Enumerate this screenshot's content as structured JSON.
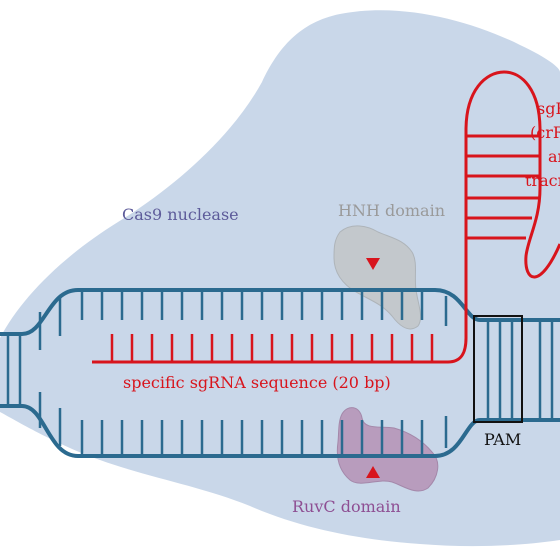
{
  "labels": {
    "cas9": "Cas9 nuclease",
    "hnh": "HNH domain",
    "ruvc": "RuvC domain",
    "sgrna_sequence": "specific sgRNA sequence (20 bp)",
    "pam": "PAM",
    "sgrna_side": [
      "sgR",
      "(crR",
      "an",
      "tracrR"
    ]
  },
  "colors": {
    "dna": "#2b6a8f",
    "rna": "#d8141c",
    "cas9_fill": "#c9d7e9",
    "hnh_text": "#9a9a9a",
    "hnh_fill": "#c3c8cc",
    "ruvc_text": "#8e4f93",
    "ruvc_fill": "#b89cbd",
    "cas9_text": "#5d5b9a",
    "marker": "#d8141c"
  }
}
